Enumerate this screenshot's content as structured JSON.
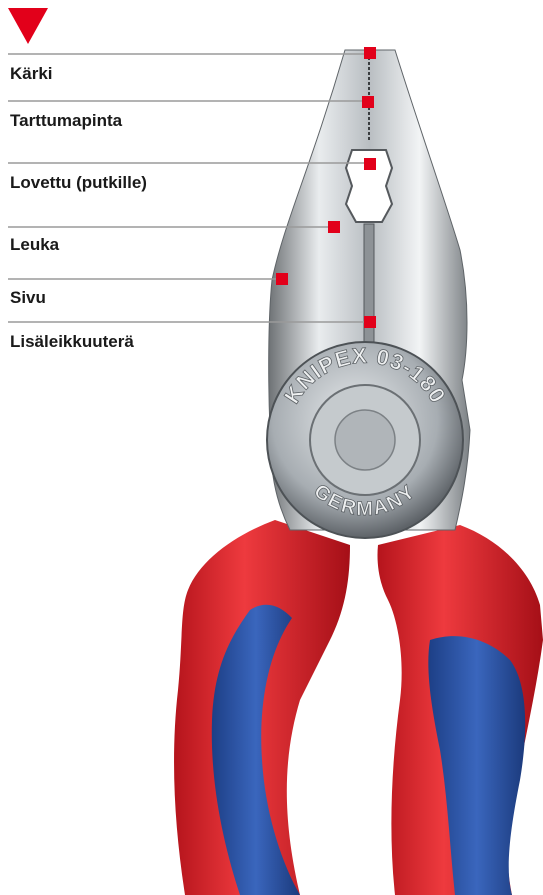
{
  "diagram": {
    "indicator_icon": "red-down-triangle-icon",
    "subject_icon": "combination-pliers-illustration",
    "callouts": [
      {
        "label": "Kärki"
      },
      {
        "label": "Tarttumapinta"
      },
      {
        "label": "Lovettu (putkille)"
      },
      {
        "label": "Leuka"
      },
      {
        "label": "Sivu"
      },
      {
        "label": "Lisäleikkuuterä"
      }
    ],
    "marker_color": "#e2001a",
    "leader_color": "#9a9a9a"
  },
  "pliers": {
    "engraving_top": "KNIPEX 03-180",
    "engraving_bottom": "GERMANY",
    "handle_colors": {
      "primary": "#d8232a",
      "secondary": "#2b56a8"
    }
  }
}
